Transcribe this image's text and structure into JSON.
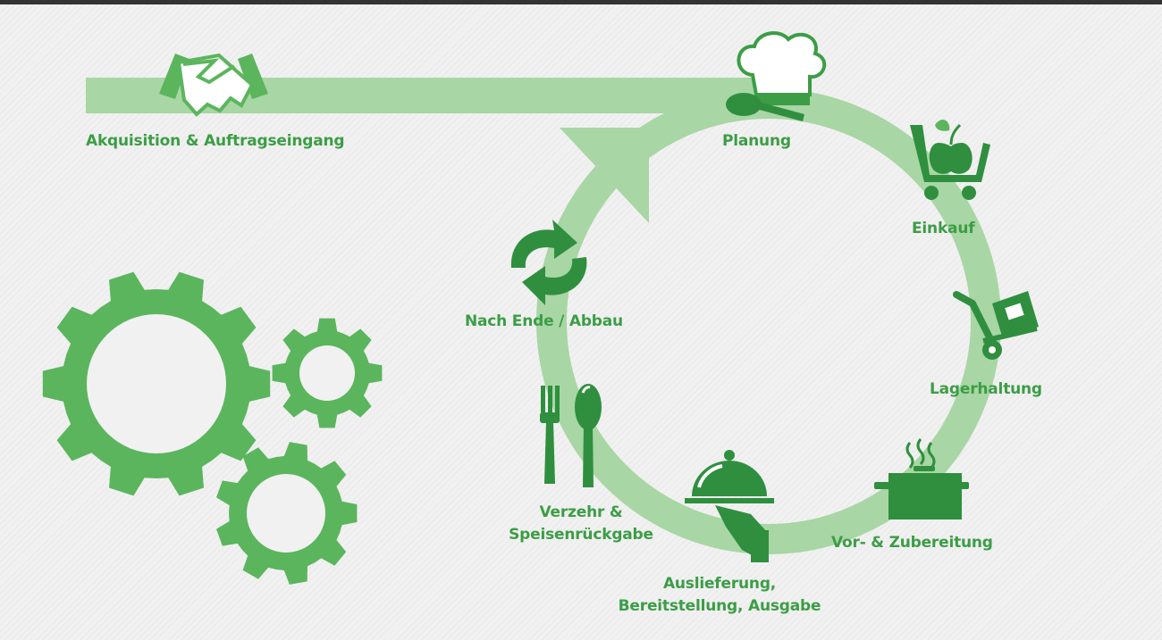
{
  "colors": {
    "light": "#a8d6a4",
    "medium": "#5bb55d",
    "dark": "#2f8f3e",
    "label": "#3c9d46",
    "background": "#f1f1f1"
  },
  "icons": [
    "handshake-icon",
    "chef-hat-icon",
    "spoon-icon",
    "shopping-cart-icon",
    "apple-icon",
    "hand-truck-icon",
    "cooking-pot-icon",
    "serving-cloche-icon",
    "fork-icon",
    "cycle-arrows-icon",
    "gear-icon"
  ],
  "labels": {
    "acquisition": "Akquisition & Auftragseingang",
    "planning": "Planung",
    "purchase": "Einkauf",
    "storage": "Lagerhaltung",
    "preparation": "Vor- & Zubereitung",
    "delivery_line1": "Auslieferung,",
    "delivery_line2": "Bereitstellung, Ausgabe",
    "consumption_line1": "Verzehr &",
    "consumption_line2": "Speisenrückgabe",
    "teardown": "Nach Ende / Abbau"
  }
}
